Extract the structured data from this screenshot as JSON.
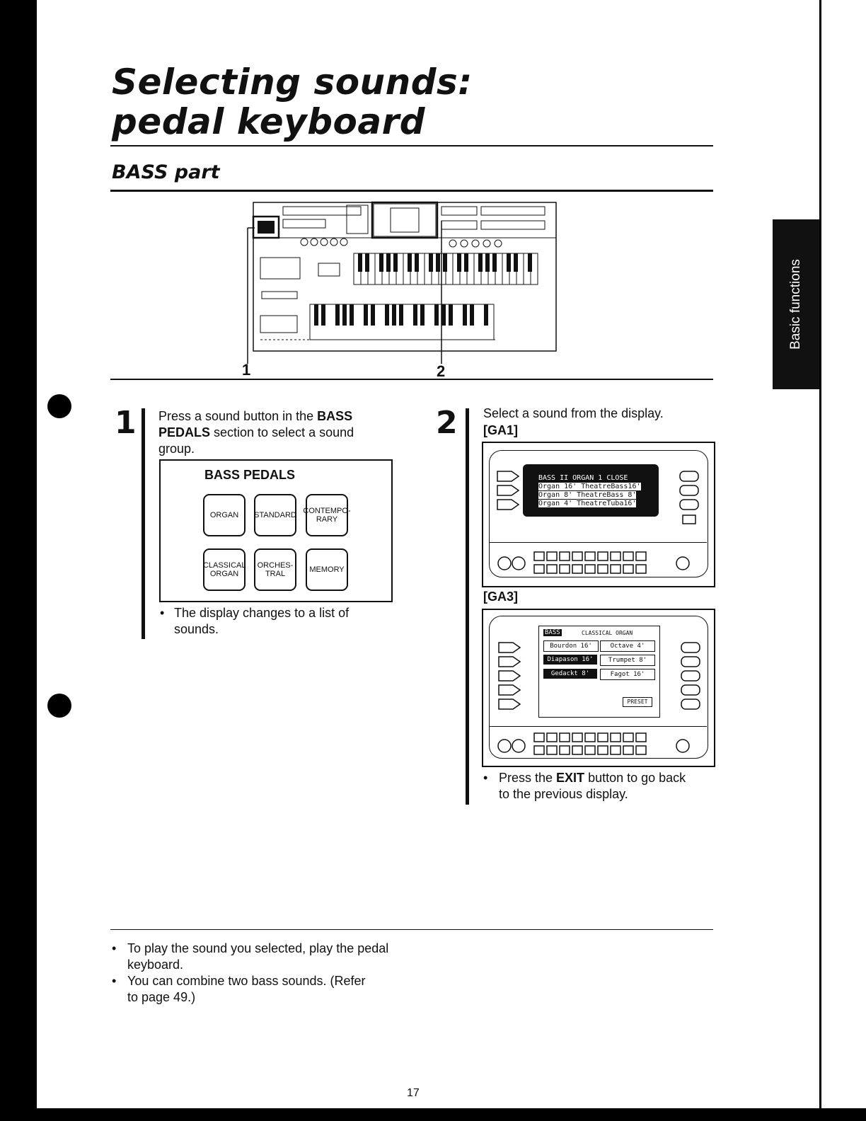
{
  "side_tab": "Basic functions",
  "title_line1": "Selecting sounds:",
  "title_line2": "pedal keyboard",
  "section": "BASS part",
  "callouts": {
    "one": "1",
    "two": "2"
  },
  "step1": {
    "number": "1",
    "text_a": "Press a sound button in the ",
    "text_b": "BASS",
    "text_c": "PEDALS",
    "text_d": " section to select a sound",
    "text_e": "group.",
    "panel_title": "BASS PEDALS",
    "buttons": [
      "ORGAN",
      "STANDARD",
      "CONTEMPO-RARY",
      "CLASSICAL ORGAN",
      "ORCHES-TRAL",
      "MEMORY"
    ],
    "note": "The display changes to a list of sounds."
  },
  "step2": {
    "number": "2",
    "text": "Select a sound from the display.",
    "ga1_label": "[GA1]",
    "ga3_label": "[GA3]",
    "ga1_lcd": [
      "BASS  II     ORGAN      1  CLOSE",
      "Organ  16'   TheatreBass16'",
      "Organ   8'   TheatreBass 8'",
      "Organ   4'   TheatreTuba16'"
    ],
    "ga3_lcd_header": "BASS",
    "ga3_lcd_header2": "CLASSICAL ORGAN",
    "ga3_cells": [
      "Bourdon 16'",
      "Octave 4'",
      "Diapason 16'",
      "Trumpet 8'",
      "Gedackt 8'",
      "Fagot 16'"
    ],
    "ga3_preset": "PRESET",
    "note_a": "Press the ",
    "note_b": "EXIT",
    "note_c": " button to go back to the previous display."
  },
  "tips": [
    "To play the sound you selected, play the pedal keyboard.",
    "You can combine two bass sounds. (Refer to page 49.)"
  ],
  "page_number": "17"
}
